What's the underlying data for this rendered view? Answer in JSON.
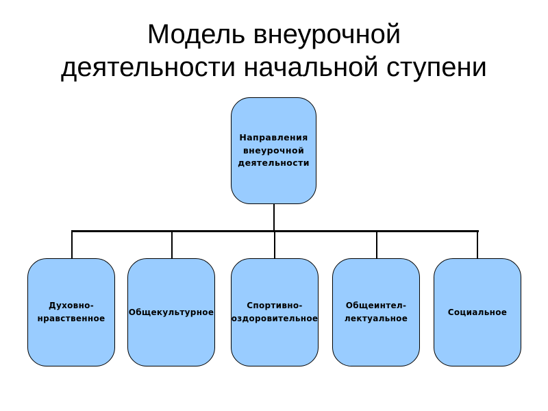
{
  "slide": {
    "title": "Модель внеурочной\nдеятельности начальной ступени"
  },
  "org_chart": {
    "root": {
      "label": "Направления\nвнеурочной\nдеятельности"
    },
    "children": [
      {
        "label": "Духовно-\nнравственное"
      },
      {
        "label": "Общекультурное"
      },
      {
        "label": "Спортивно-\nоздоровительное"
      },
      {
        "label": "Общеинтел-\nлектуальное"
      },
      {
        "label": "Социальное"
      }
    ]
  },
  "colors": {
    "background": "#FFFFFF",
    "node_fill": "#99CCFF",
    "node_border": "#000000",
    "connector": "#000000",
    "title_color": "#000000"
  }
}
